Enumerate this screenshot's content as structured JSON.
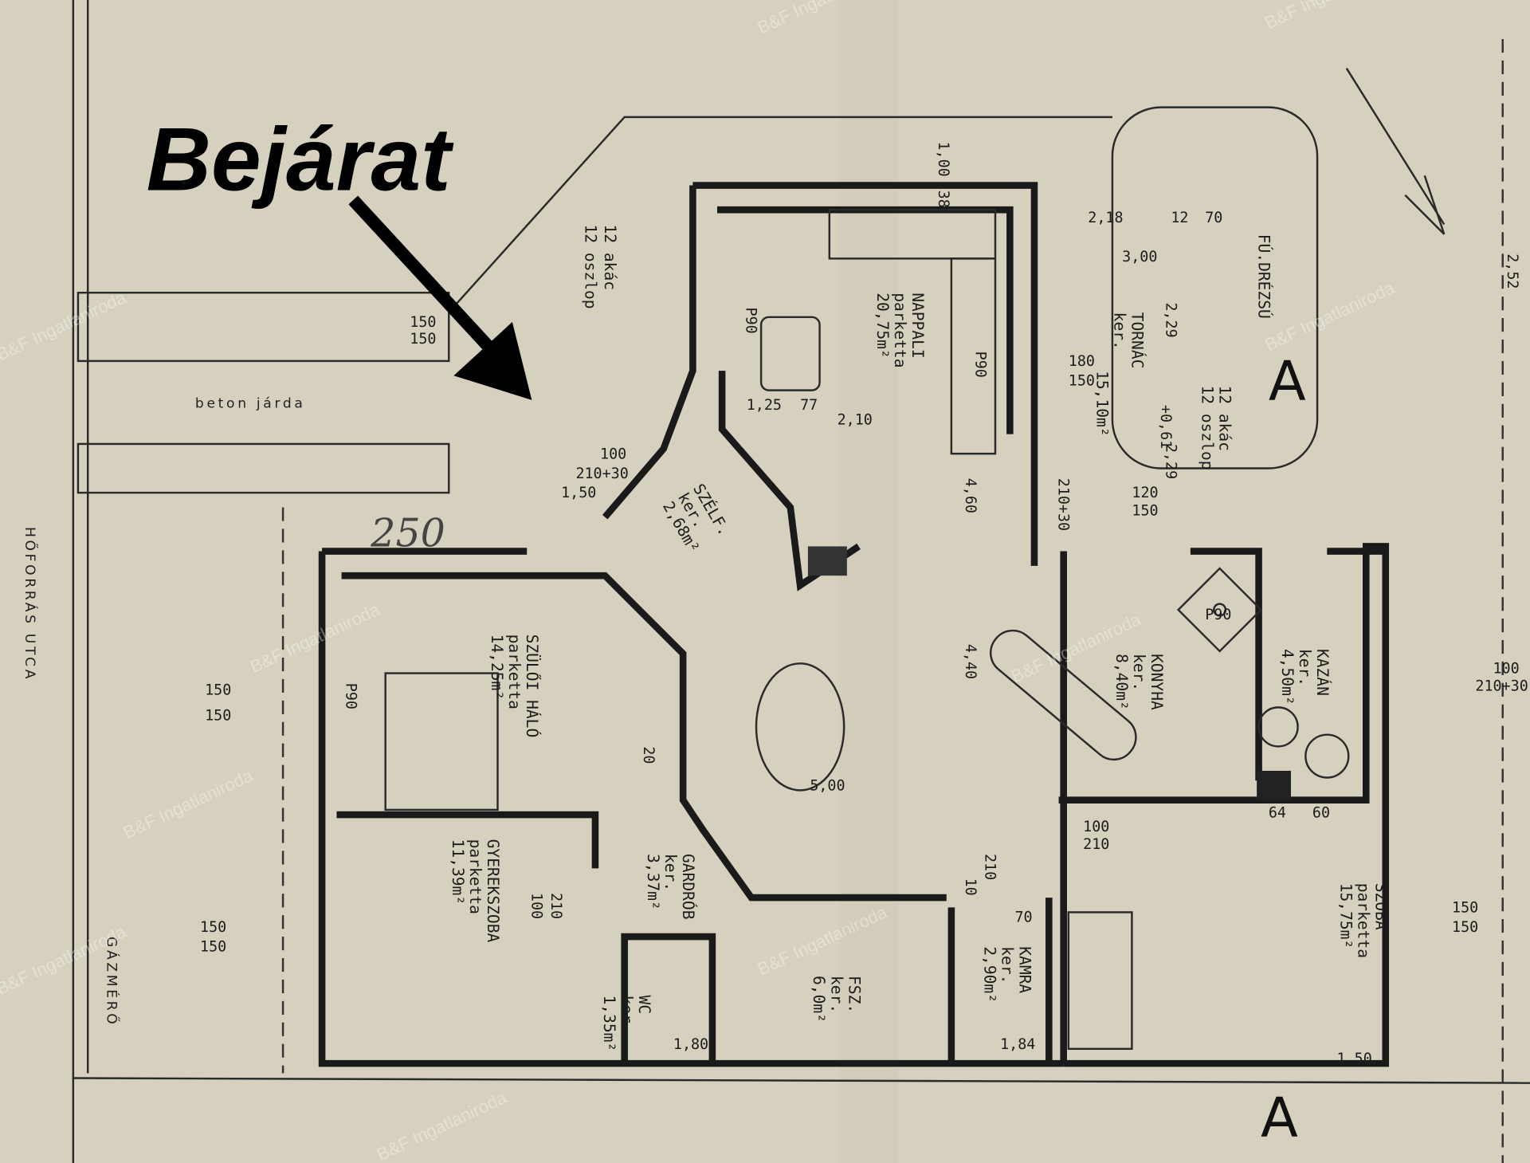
{
  "callout": {
    "label": "Bejárat",
    "color": "#000000"
  },
  "handwritten_note": "250",
  "watermark": "B&F Ingatlaniroda",
  "site": {
    "street": "HŐFORRÁS UTCA",
    "sidewalk": "beton járda",
    "gas_meter": "GÁZMÉRŐ",
    "north_label": "FÚ.DRÉZSÚ",
    "section_marker": "A"
  },
  "rooms": [
    {
      "name": "NAPPALI",
      "floor": "parketta",
      "area": "20,75m²"
    },
    {
      "name": "TORNÁC",
      "floor": "ker.",
      "area": "15,10m²"
    },
    {
      "name": "SZÉLF.",
      "floor": "ker.",
      "area": "2,68m²"
    },
    {
      "name": "SZÜLŐI HÁLÓ",
      "floor": "parketta",
      "area": "14,25m²"
    },
    {
      "name": "GYEREKSZOBA",
      "floor": "parketta",
      "area": "11,39m²"
    },
    {
      "name": "GARDRÓB",
      "floor": "ker.",
      "area": "3,37m²"
    },
    {
      "name": "KONYHA",
      "floor": "ker.",
      "area": "8,40m²"
    },
    {
      "name": "KAZÁN",
      "floor": "ker.",
      "area": "4,50m²"
    },
    {
      "name": "SZOBA",
      "floor": "parketta",
      "area": "15,75m²"
    },
    {
      "name": "KAMRA",
      "floor": "ker.",
      "area": "2,90m²"
    },
    {
      "name": "FSZ.",
      "floor": "ker.",
      "area": "6,0m²"
    },
    {
      "name": "WC",
      "floor": "ker.",
      "area": "1,35m²"
    }
  ],
  "column_notes": [
    "12 akác",
    "12 oszlop"
  ],
  "dimensions": {
    "d1": "1,00",
    "d2": "38",
    "d3": "2,18",
    "d4": "12",
    "d5": "70",
    "d6": "3,00",
    "d7": "2,29",
    "d8": "180",
    "d9": "150",
    "d10": "+0,61",
    "d11": "2,29",
    "d12": "120",
    "d13": "150",
    "d14": "210+30",
    "d15": "1,25",
    "d16": "77",
    "d17": "2,10",
    "d18": "4,60",
    "d19": "P90",
    "d20": "150",
    "d21": "150",
    "d22": "1,50",
    "d23": "100",
    "d24": "210+30",
    "d25": "5,00",
    "d26": "4,40",
    "d27": "100",
    "d28": "210",
    "d29": "64",
    "d30": "60",
    "d31": "100",
    "d32": "210+30",
    "d33": "150",
    "d34": "150",
    "d35": "2,52",
    "d36": "70",
    "d37": "10",
    "d38": "210",
    "d39": "1,84",
    "d40": "1,80",
    "d41": "P90",
    "d42": "P90",
    "d43": "P90",
    "d44": "150",
    "d45": "150",
    "d46": "1,50",
    "d47": "20",
    "d48": "100",
    "d49": "210",
    "d50": "150",
    "d51": "150"
  }
}
